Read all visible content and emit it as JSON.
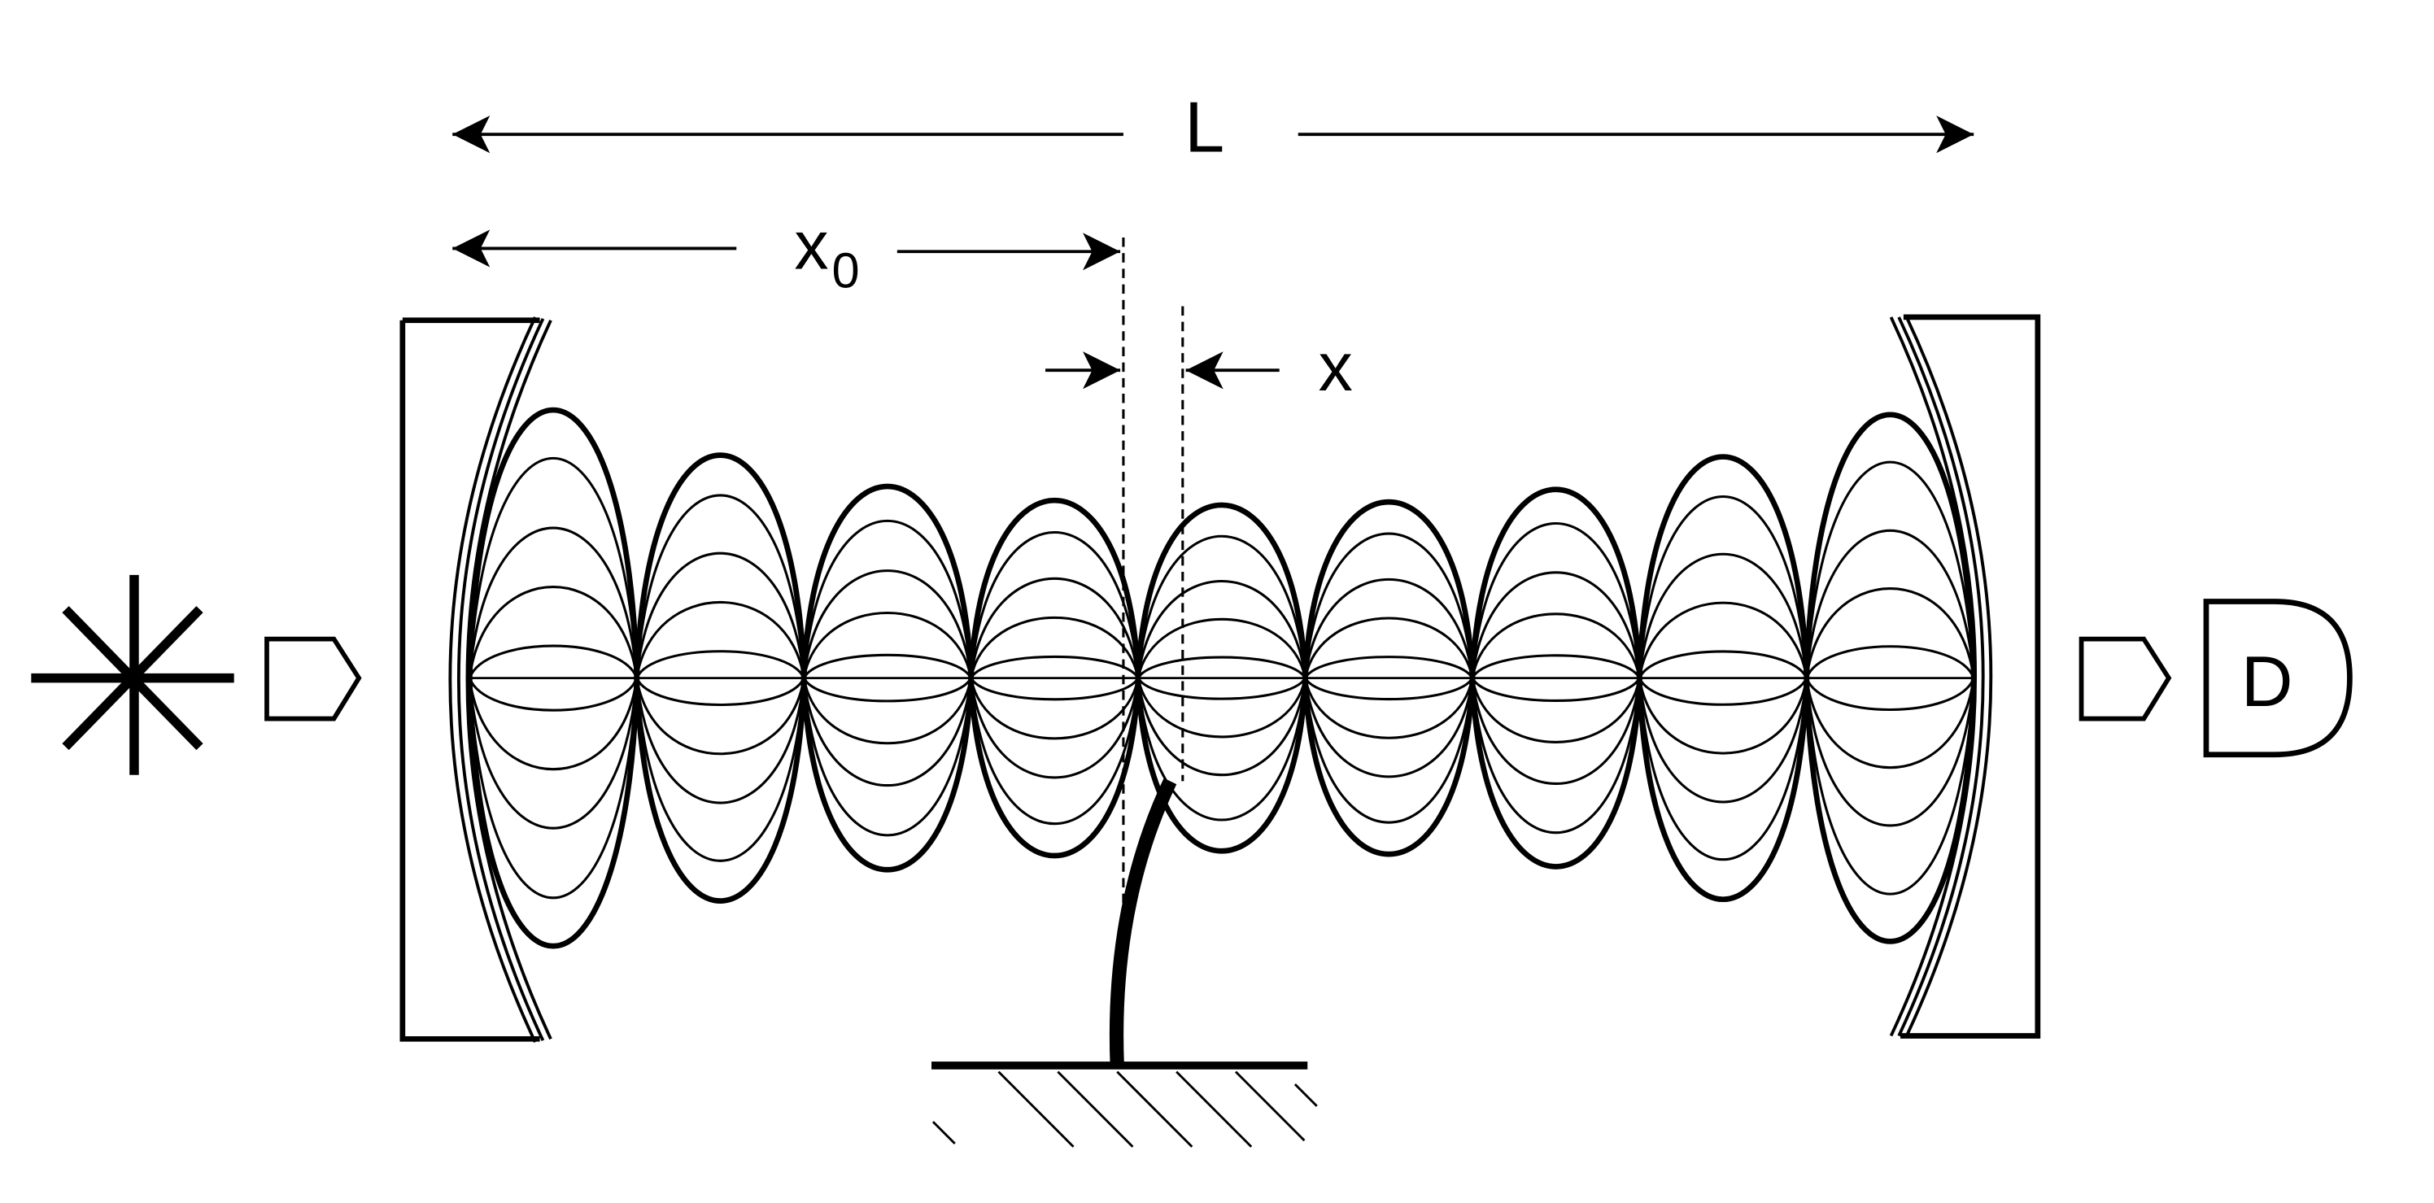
{
  "labels": {
    "cavity_length": "L",
    "membrane_rest_position": "x",
    "membrane_rest_position_subscript": "0",
    "membrane_displacement": "x",
    "detector": "D"
  },
  "icons": {
    "light_source": "light-source-icon",
    "input_coupler": "input-arrow-icon",
    "output_coupler": "output-arrow-icon",
    "detector": "detector-icon",
    "ground": "ground-hatch-icon"
  },
  "cavity": {
    "antinode_count": 9
  },
  "colors": {
    "stroke": "#000000",
    "background": "#ffffff"
  }
}
